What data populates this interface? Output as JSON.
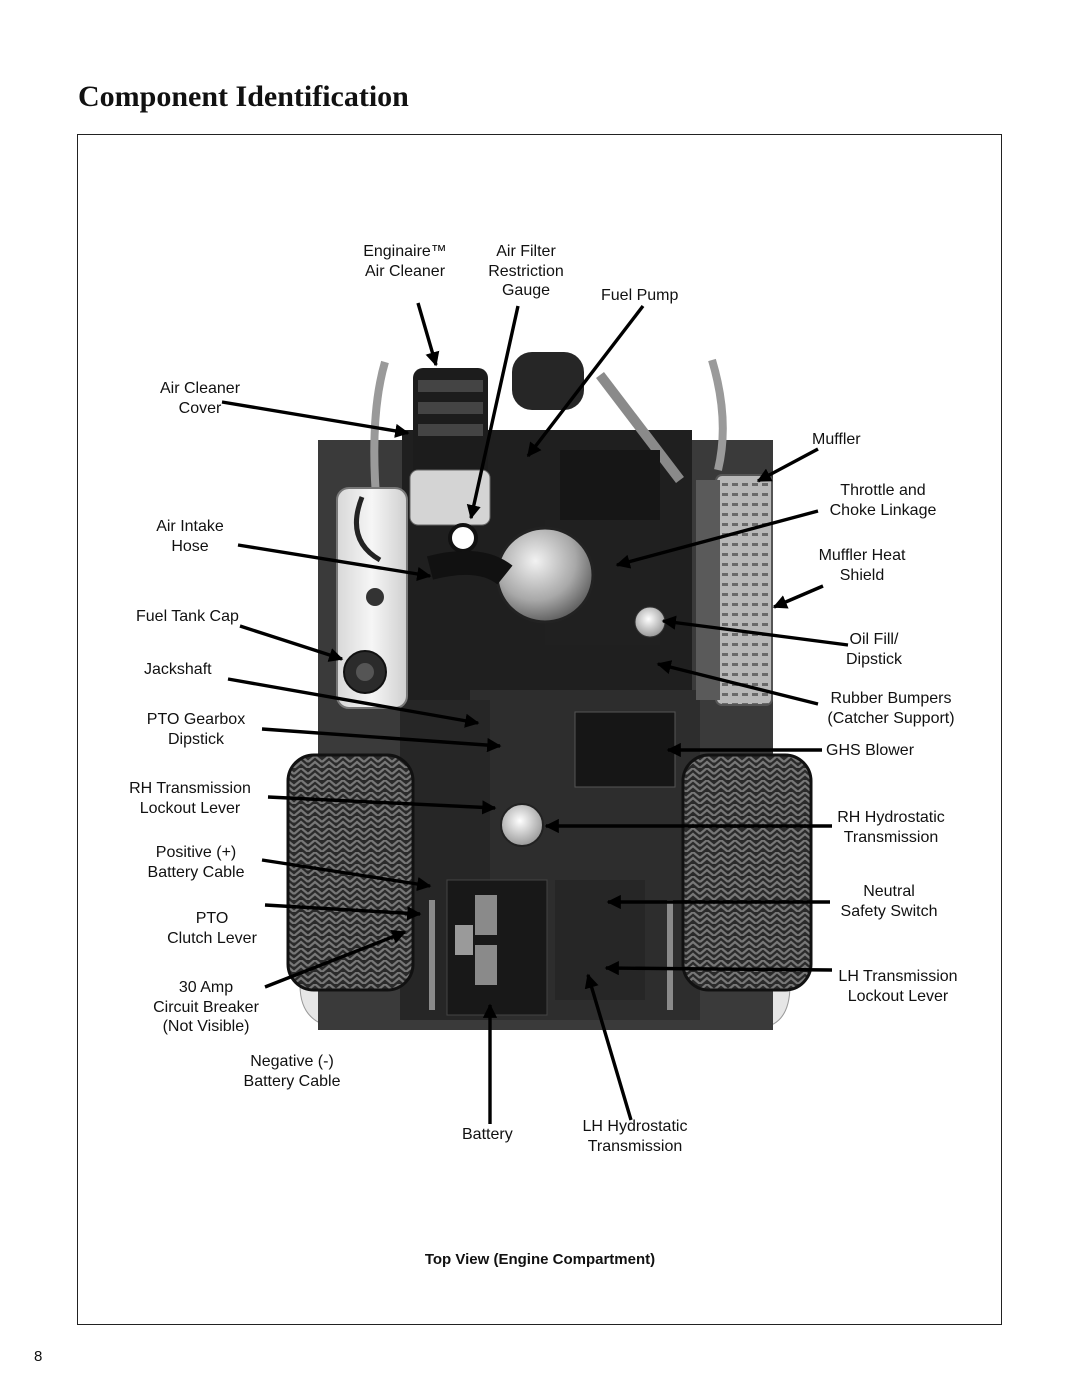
{
  "page": {
    "title": "Component Identification",
    "caption": "Top View (Engine Compartment)",
    "page_number": "8"
  },
  "labels": {
    "enginaire": "Enginaire™\nAir Cleaner",
    "air_filter_gauge": "Air Filter\nRestriction\nGauge",
    "fuel_pump": "Fuel Pump",
    "air_cleaner_cover": "Air Cleaner\nCover",
    "muffler": "Muffler",
    "throttle": "Throttle and\nChoke Linkage",
    "air_intake_hose": "Air Intake\nHose",
    "muffler_heat_shield": "Muffler Heat\nShield",
    "fuel_tank_cap": "Fuel Tank Cap",
    "oil_fill": "Oil Fill/\nDipstick",
    "jackshaft": "Jackshaft",
    "rubber_bumpers": "Rubber Bumpers\n(Catcher Support)",
    "pto_gearbox": "PTO Gearbox\nDipstick",
    "ghs_blower": "GHS Blower",
    "rh_transmission_lever": "RH Transmission\nLockout Lever",
    "rh_hydrostatic": "RH Hydrostatic\nTransmission",
    "positive_cable": "Positive (+)\nBattery Cable",
    "neutral_switch": "Neutral\nSafety Switch",
    "pto_clutch": "PTO\nClutch Lever",
    "lh_transmission_lever": "LH Transmission\nLockout Lever",
    "circuit_breaker": "30 Amp\nCircuit Breaker\n(Not Visible)",
    "negative_cable": "Negative (-)\nBattery Cable",
    "battery": "Battery",
    "lh_hydrostatic": "LH Hydrostatic\nTransmission"
  }
}
